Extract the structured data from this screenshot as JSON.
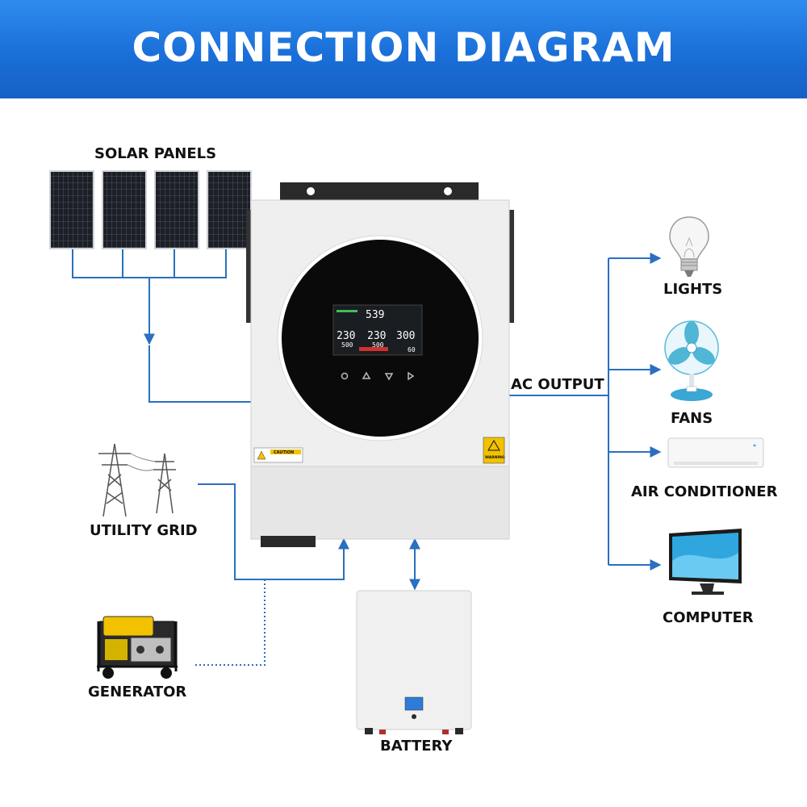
{
  "title": "CONNECTION DIAGRAM",
  "labels": {
    "solar_panels": "SOLAR PANELS",
    "utility_grid": "UTILITY GRID",
    "generator": "GENERATOR",
    "battery": "BATTERY",
    "ac_output": "AC OUTPUT",
    "lights": "LIGHTS",
    "fans": "FANS",
    "air_conditioner": "AIR CONDITIONER",
    "computer": "COMPUTER"
  },
  "inverter_display": {
    "top_value": "539",
    "left_value": "230",
    "mid_value": "230",
    "right_value": "300",
    "left_sub": "500",
    "mid_sub": "500",
    "right_sub": "60"
  },
  "stickers": {
    "caution": "CAUTION",
    "warning": "WARNING"
  },
  "colors": {
    "banner": "#1a6fd8",
    "wire": "#2a6fc0",
    "inverter_body": "#eeeeee",
    "display_ring": "#0a0a0a"
  }
}
